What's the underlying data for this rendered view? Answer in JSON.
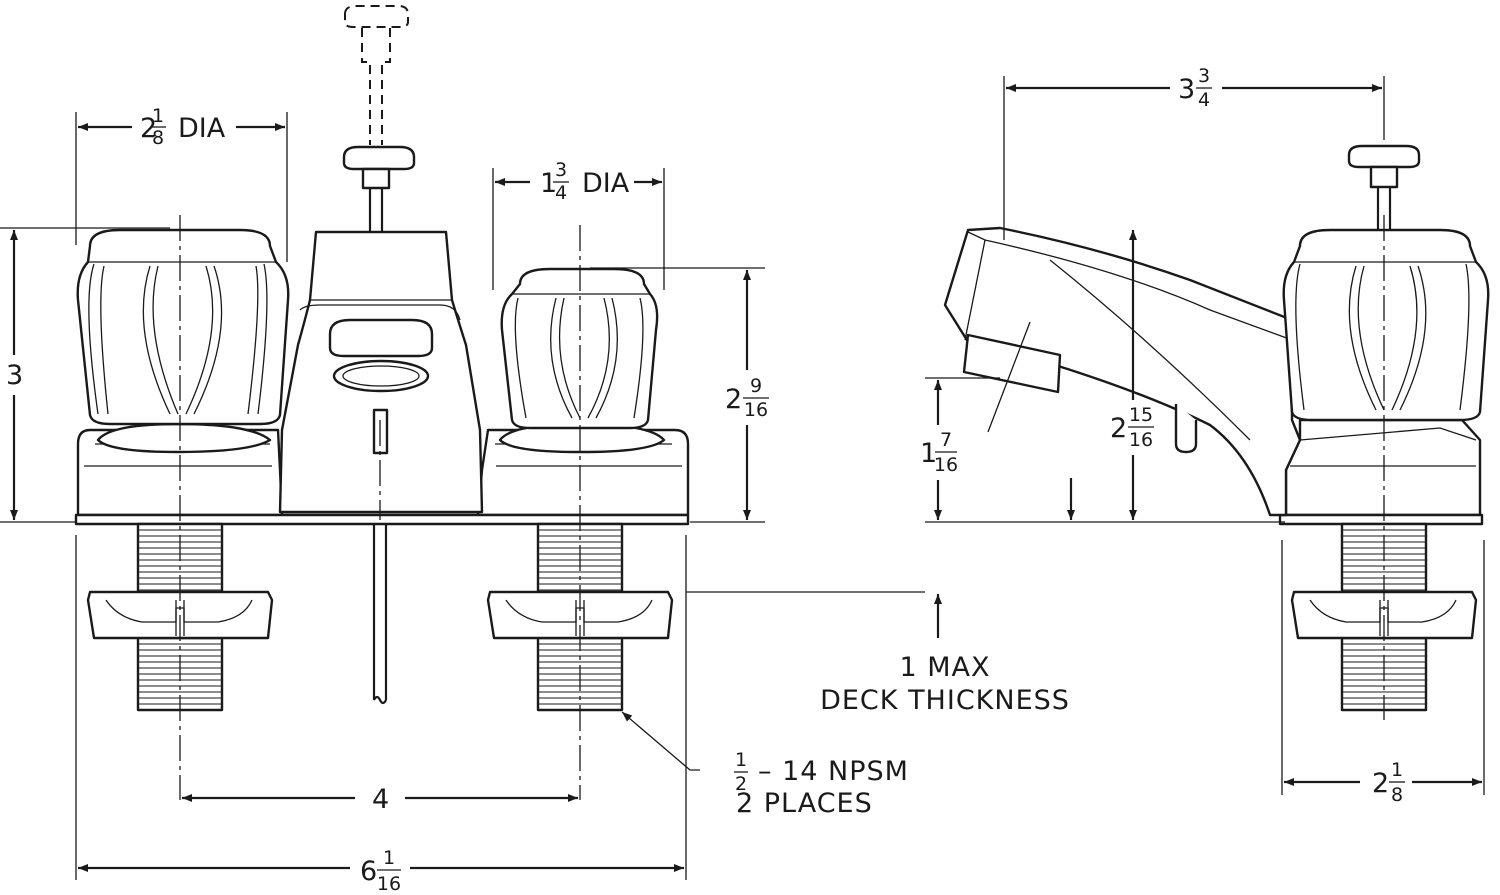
{
  "dimensions": {
    "handle_dia": {
      "whole": "2",
      "num": "1",
      "den": "8",
      "suffix": "DIA"
    },
    "spout_handle_dia": {
      "whole": "1",
      "num": "3",
      "den": "4",
      "suffix": "DIA"
    },
    "overall_height": "3",
    "handle_height": {
      "whole": "2",
      "num": "9",
      "den": "16"
    },
    "spout_reach": {
      "whole": "3",
      "num": "3",
      "den": "4"
    },
    "spout_height": {
      "whole": "2",
      "num": "15",
      "den": "16"
    },
    "outlet_height": {
      "whole": "1",
      "num": "7",
      "den": "16"
    },
    "centers": "4",
    "overall_width": {
      "whole": "6",
      "num": "1",
      "den": "16"
    },
    "side_base_width": {
      "whole": "2",
      "num": "1",
      "den": "8"
    }
  },
  "notes": {
    "deck_line1": "1 MAX",
    "deck_line2": "DECK THICKNESS",
    "thread_fraction_num": "1",
    "thread_fraction_den": "2",
    "thread_line1_suffix": "– 14 NPSM",
    "thread_line2": "2 PLACES"
  }
}
